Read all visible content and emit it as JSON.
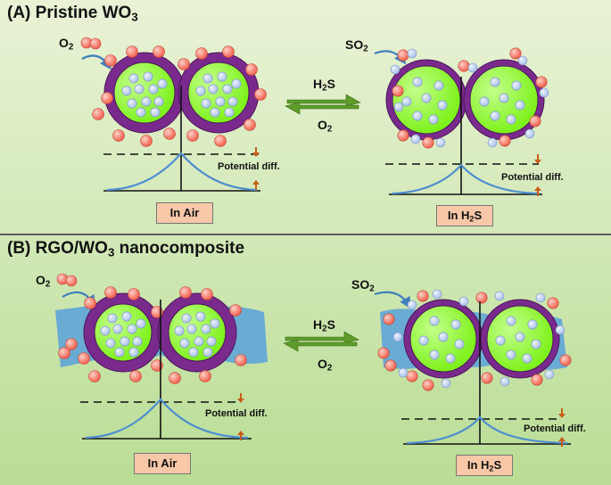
{
  "panelA": {
    "title_prefix": "(A) Pristine WO",
    "title_sub": "3",
    "air_label": "In Air",
    "h2s_label_prefix": "In H",
    "h2s_label_sub": "2",
    "h2s_label_suffix": "S",
    "potential_left": "Potential diff.",
    "potential_right": "Potential diff.",
    "o2_prefix": "O",
    "o2_sub": "2",
    "so2_prefix": "SO",
    "so2_sub": "2",
    "arrow_top_prefix": "H",
    "arrow_top_sub": "2",
    "arrow_top_suffix": "S",
    "arrow_bottom_prefix": "O",
    "arrow_bottom_sub": "2"
  },
  "panelB": {
    "title_prefix": "(B) RGO/WO",
    "title_sub": "3",
    "title_suffix": " nanocomposite",
    "air_label": "In Air",
    "h2s_label_prefix": "In H",
    "h2s_label_sub": "2",
    "h2s_label_suffix": "S",
    "potential_left": "Potential diff.",
    "potential_right": "Potential diff.",
    "o2_prefix": "O",
    "o2_sub": "2",
    "so2_prefix": "SO",
    "so2_sub": "2",
    "arrow_top_prefix": "H",
    "arrow_top_sub": "2",
    "arrow_top_suffix": "S",
    "arrow_bottom_prefix": "O",
    "arrow_bottom_sub": "2"
  },
  "colors": {
    "background": "#d6ecbd",
    "grain_shell": "#7a2a8c",
    "grain_core": "#7ef21c",
    "electron": "#a9c2ea",
    "oxygen": "#f4624f",
    "rgo": "#5fa4d8",
    "barrier_curve": "#4f8fd0",
    "arrow": "#5d9b2a",
    "small_arrow": "#c75d18",
    "label_box": "#f8c8a8"
  }
}
